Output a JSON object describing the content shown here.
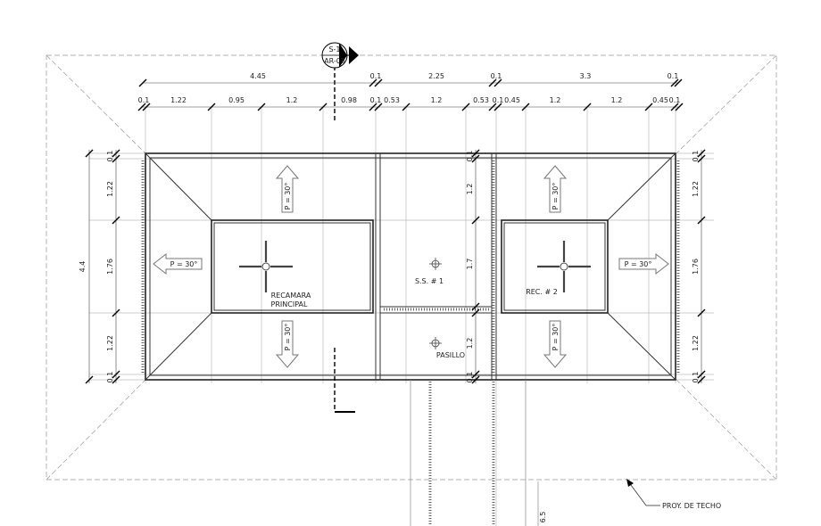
{
  "section_marker": {
    "top": "S-1",
    "bottom": "AR-08"
  },
  "dims_top_overall": [
    "4.45",
    "0.1",
    "2.25",
    "0.1",
    "3.3",
    "0.1"
  ],
  "dims_top_detail": [
    "0.1",
    "1.22",
    "0.95",
    "1.2",
    "0.98",
    "0.1",
    "0.53",
    "1.2",
    "0.53",
    "0.1",
    "0.45",
    "1.2",
    "1.2",
    "0.45",
    "0.1"
  ],
  "dims_left_overall": [
    "4.4"
  ],
  "dims_left_detail": [
    "0.1",
    "1.22",
    "1.76",
    "1.22",
    "0.1"
  ],
  "dims_mid": [
    "0.1",
    "1.2",
    "1.7",
    "1.2",
    "0.1"
  ],
  "dims_right": [
    "0.1",
    "1.22",
    "1.76",
    "1.22",
    "0.1"
  ],
  "slopes": {
    "left": "P = 30°",
    "top_left": "P = 30°",
    "bottom_left": "P = 30°",
    "right": "P = 30°",
    "top_right": "P = 30°",
    "bottom_right": "P = 30°"
  },
  "rooms": {
    "recamara_line1": "RECAMARA",
    "recamara_line2": "PRINCIPAL",
    "ss": "S.S. # 1",
    "pasillo": "PASILLO",
    "rec2": "REC. # 2"
  },
  "dim_bottom": "6.5",
  "annotation": "PROY. DE TECHO"
}
